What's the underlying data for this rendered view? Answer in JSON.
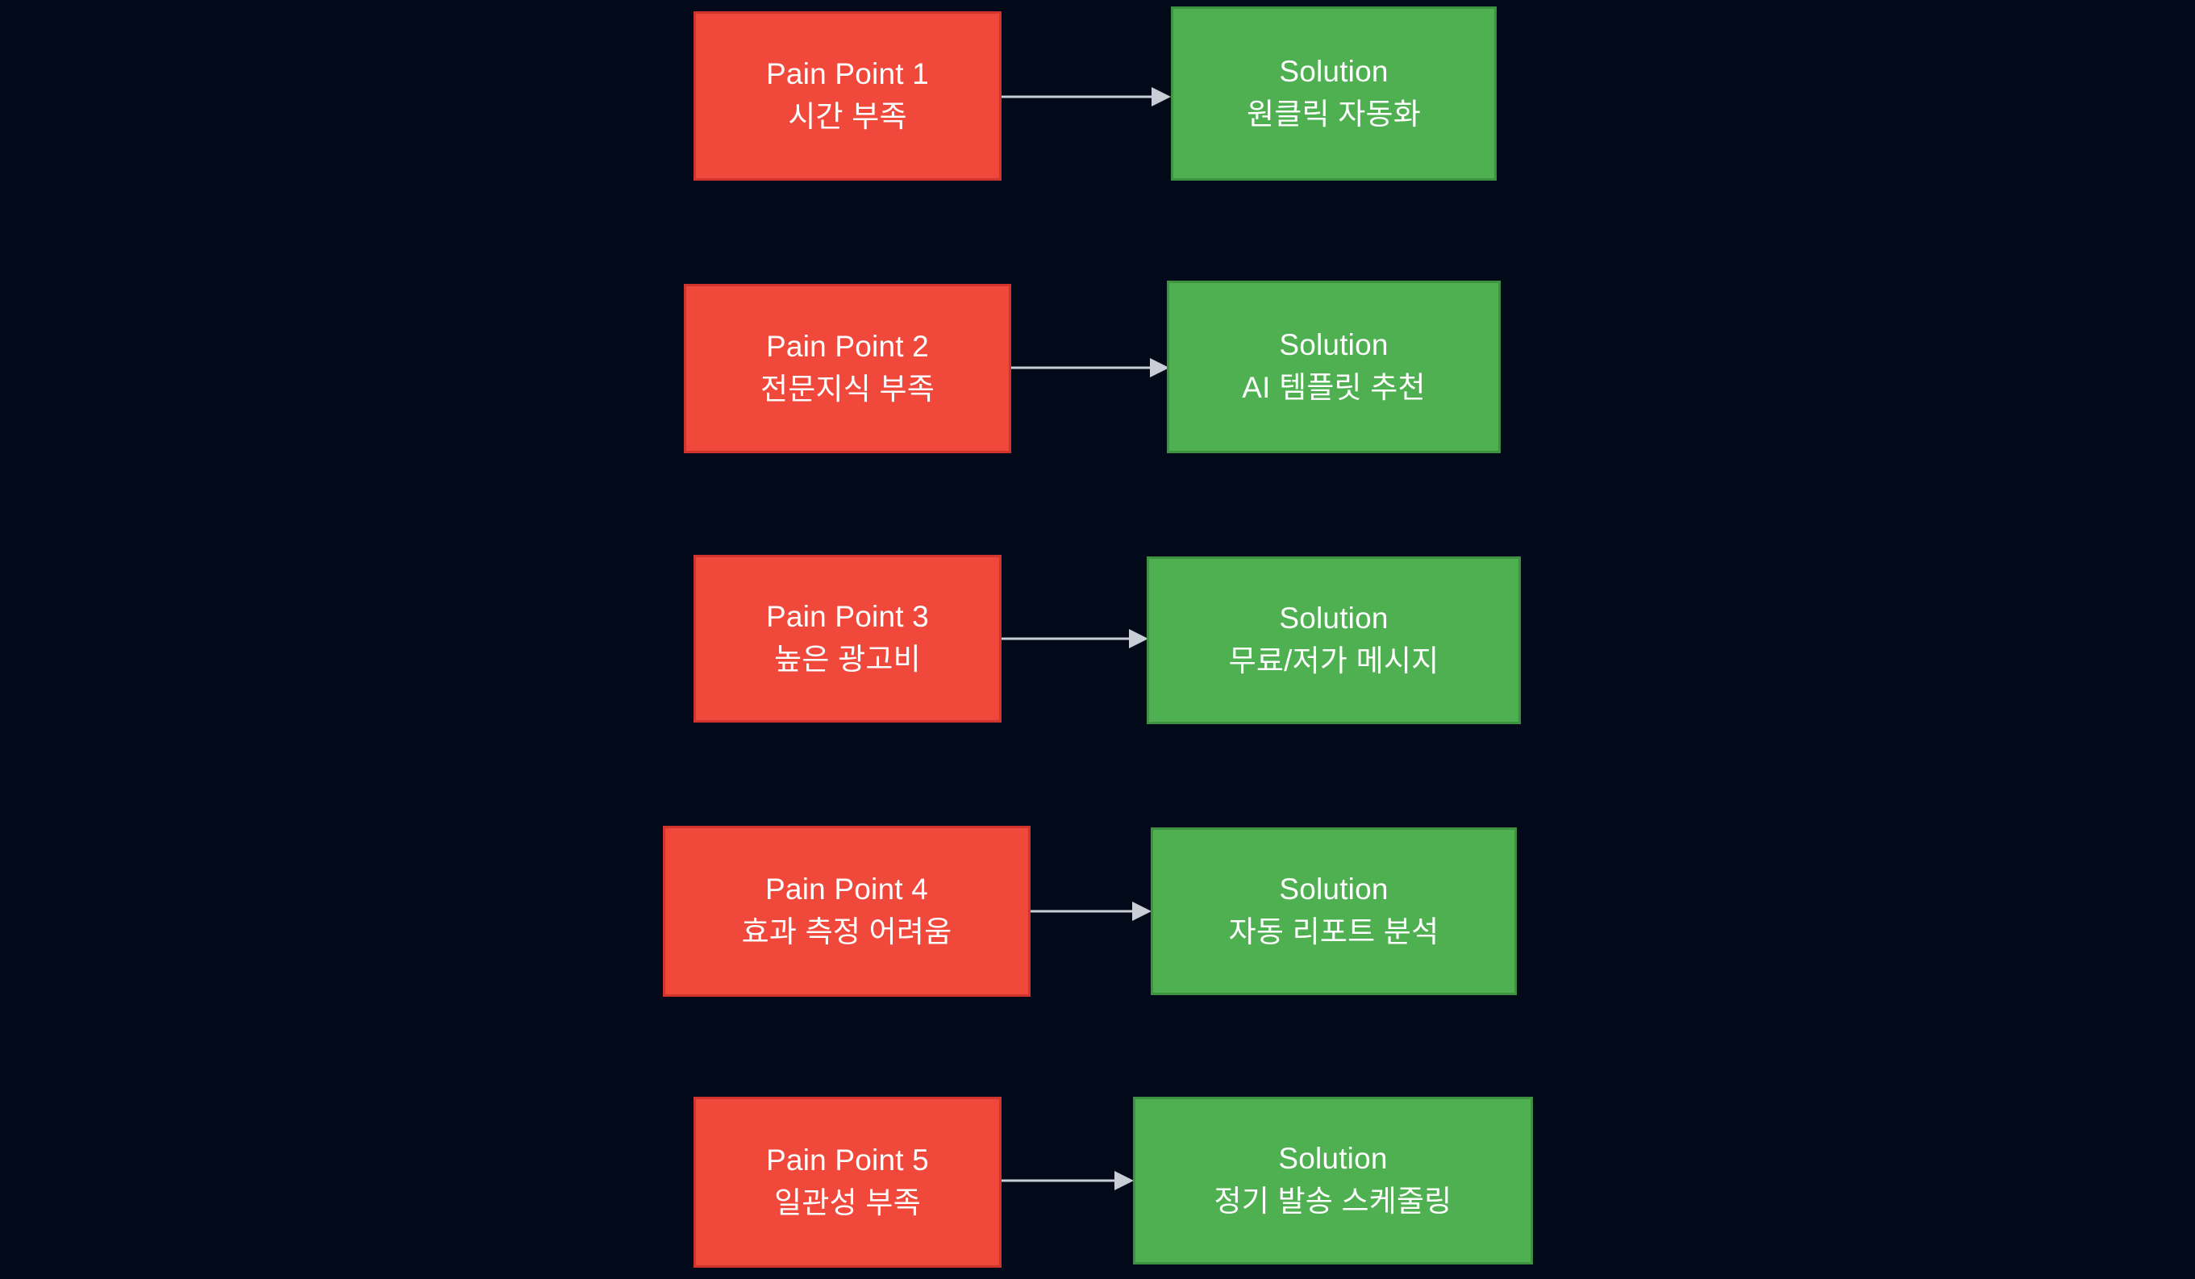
{
  "diagram": {
    "type": "flowchart",
    "direction": "left-to-right",
    "background_color": "#020a19",
    "pain_color": "#f0493c",
    "pain_border_color": "#d0342c",
    "solution_color": "#4eb050",
    "solution_border_color": "#3e9242",
    "edge_color": "#c9ced6",
    "text_color": "#ffffff",
    "rows": [
      {
        "pain": {
          "title": "Pain Point 1",
          "detail": "시간 부족"
        },
        "solution": {
          "title": "Solution",
          "detail": "원클릭 자동화"
        },
        "edge": {
          "label": ""
        }
      },
      {
        "pain": {
          "title": "Pain Point 2",
          "detail": "전문지식 부족"
        },
        "solution": {
          "title": "Solution",
          "detail": "AI 템플릿 추천"
        },
        "edge": {
          "label": ""
        }
      },
      {
        "pain": {
          "title": "Pain Point 3",
          "detail": "높은 광고비"
        },
        "solution": {
          "title": "Solution",
          "detail": "무료/저가 메시지"
        },
        "edge": {
          "label": ""
        }
      },
      {
        "pain": {
          "title": "Pain Point 4",
          "detail": "효과 측정 어려움"
        },
        "solution": {
          "title": "Solution",
          "detail": "자동 리포트 분석"
        },
        "edge": {
          "label": ""
        }
      },
      {
        "pain": {
          "title": "Pain Point 5",
          "detail": "일관성 부족"
        },
        "solution": {
          "title": "Solution",
          "detail": "정기 발송 스케줄링"
        },
        "edge": {
          "label": ""
        }
      }
    ]
  }
}
